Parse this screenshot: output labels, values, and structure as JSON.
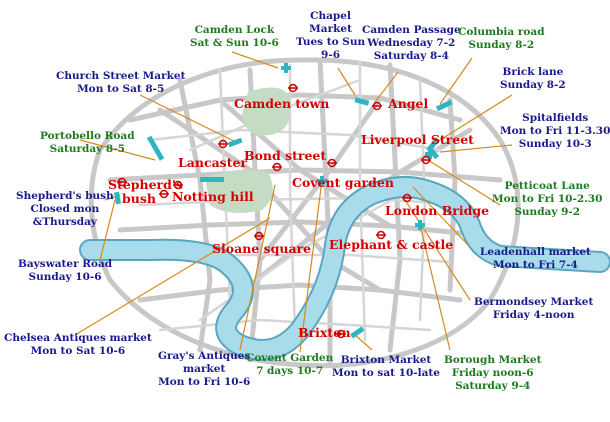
{
  "colors": {
    "river": "#a8dceb",
    "river_edge": "#5aa6c0",
    "park": "#c4dcc4",
    "roads": "#c8c8c8",
    "leader": "#d58a1a",
    "station": "#cc0000",
    "market_marker": "#2db5c4",
    "text_blue": "#1a1a8c",
    "text_green": "#1f7a1f",
    "text_red": "#d40000"
  },
  "icons": {
    "station": "tube-roundel-icon",
    "market": "market-cross-icon"
  },
  "places": {
    "camden_town": "Camden town",
    "angel": "Angel",
    "liverpool_street": "Liverpool Street",
    "bond_street": "Bond street",
    "lancaster": "Lancaster",
    "notting_hill": "Notting hill",
    "stepherds_bush": "Stepherd's bush",
    "covent_garden": "Covent garden",
    "london_bridge": "London Bridge",
    "elephant_castle": "Elephant & castle",
    "sloane_square": "Sloane square",
    "brixton": "Brixton"
  },
  "markets": {
    "camden_lock": {
      "name": "Camden Lock",
      "hours": "Sat & Sun 10-6"
    },
    "chapel_market": {
      "name": "Chapel",
      "name2": "Market",
      "hours": "Tues to Sun",
      "hours2": "9-6"
    },
    "camden_passage": {
      "name": "Camden Passage",
      "hours": "Wednesday 7-2",
      "hours2": "Saturday 8-4"
    },
    "columbia_road": {
      "name": "Columbia road",
      "hours": "Sunday 8-2"
    },
    "church_street": {
      "name": "Church Street Market",
      "hours": "Mon to Sat 8-5"
    },
    "brick_lane": {
      "name": "Brick lane",
      "hours": "Sunday 8-2"
    },
    "portobello_road": {
      "name": "Portobello Road",
      "hours": "Saturday 8-5"
    },
    "spitalfields": {
      "name": "Spitalfields",
      "hours": "Mon to Fri 11-3.30",
      "hours2": "Sunday 10-3"
    },
    "shepherds_bush": {
      "name": "Shepherd's bush",
      "hours": "Closed mon",
      "hours2": "&Thursday"
    },
    "petticoat_lane": {
      "name": "Petticoat Lane",
      "hours": "Mon to Fri 10-2.30",
      "hours2": "Sunday 9-2"
    },
    "bayswater_road": {
      "name": "Bayswater Road",
      "hours": "Sunday 10-6"
    },
    "leadenhall": {
      "name": "Leadenhall market",
      "hours": "Mon to Fri 7-4"
    },
    "bermondsey": {
      "name": "Bermondsey Market",
      "hours": "Friday 4-noon"
    },
    "chelsea_antiques": {
      "name": "Chelsea Antiques market",
      "hours": "Mon to Sat 10-6"
    },
    "grays_antiques": {
      "name": "Gray's Antiques",
      "name2": "market",
      "hours": "Mon to Fri 10-6"
    },
    "covent_garden_market": {
      "name": "Covent Garden",
      "hours": "7 days 10-7"
    },
    "brixton_market": {
      "name": "Brixton Market",
      "hours": "Mon to sat 10-late"
    },
    "borough_market": {
      "name": "Borough Market",
      "hours": "Friday noon-6",
      "hours2": "Saturday 9-4"
    }
  }
}
